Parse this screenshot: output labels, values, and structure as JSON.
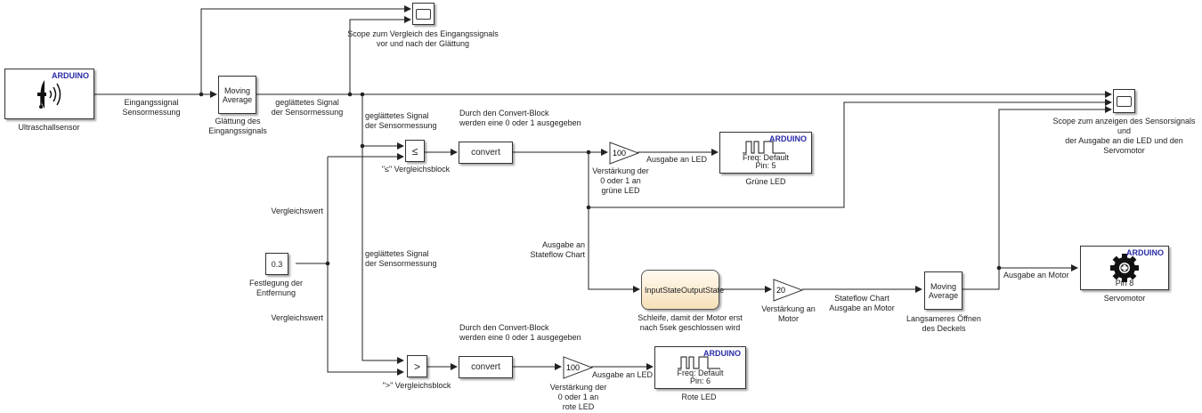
{
  "diagram": {
    "title": "Simulink model: ultrasonic sensor, LEDs and servomotor",
    "colors": {
      "arduino_label": "#2a2aa8",
      "wire": "#222222",
      "chart_fill": "#f8e0b8"
    },
    "blocks": {
      "sensor": {
        "badge": "ARDUINO",
        "caption": "Ultraschallsensor",
        "icon": "ultrasonic-sensor-icon"
      },
      "moving_avg_1": {
        "text": "Moving\nAverage",
        "caption": "Glättung des\nEingangssignals"
      },
      "scope_1": {
        "caption": "Scope zum Vergleich des Eingangssignals\nvor und nach der Glättung",
        "icon": "scope-icon"
      },
      "scope_2": {
        "caption": "Scope zum anzeigen des Sensorsignals und\nder Ausgabe an die LED und den Servomotor",
        "icon": "scope-icon"
      },
      "compare_le": {
        "symbol": "≤",
        "caption": "\"≤\" Vergleichsblock"
      },
      "compare_gt": {
        "symbol": ">",
        "caption": "\">\" Vergleichsblock"
      },
      "convert_1": {
        "text": "convert"
      },
      "convert_2": {
        "text": "convert"
      },
      "gain_green": {
        "value": "100",
        "caption": "Verstärkung der\n0 oder 1 an\ngrüne LED"
      },
      "gain_red": {
        "value": "100",
        "caption": "Verstärkung der\n0 oder 1 an\nrote LED"
      },
      "gain_motor": {
        "value": "20",
        "caption": "Verstärkung an\nMotor"
      },
      "led_green": {
        "badge": "ARDUINO",
        "freq": "Freq: Default",
        "pin": "Pin: 5",
        "caption": "Grüne LED",
        "icon": "pwm-wave-icon"
      },
      "led_red": {
        "badge": "ARDUINO",
        "freq": "Freq: Default",
        "pin": "Pin: 6",
        "caption": "Rote LED",
        "icon": "pwm-wave-icon"
      },
      "constant": {
        "value": "0.3",
        "caption": "Festlegung der\nEntfernung"
      },
      "stateflow": {
        "input": "InputState",
        "output": "OutputState",
        "caption": "Schleife, damit der Motor erst\nnach 5sek geschlossen wird"
      },
      "moving_avg_2": {
        "text": "Moving\nAverage",
        "caption": "Langsameres Öffnen\ndes Deckels"
      },
      "servo": {
        "badge": "ARDUINO",
        "pin": "Pin 8",
        "caption": "Servomotor",
        "icon": "servo-gear-icon"
      }
    },
    "signal_labels": {
      "input_signal": "Eingangssignal\nSensormessung",
      "smoothed_1": "geglättetes Signal\nder Sensormessung",
      "smoothed_2": "geglättetes Signal\nder Sensormessung",
      "smoothed_3": "geglättetes Signal\nder Sensormessung",
      "compare_value_1": "Vergleichswert",
      "compare_value_2": "Vergleichswert",
      "convert_note_1": "Durch den Convert-Block\nwerden eine 0 oder 1 ausgegeben",
      "convert_note_2": "Durch den Convert-Block\nwerden eine 0 oder 1 ausgegeben",
      "led_out_green": "Ausgabe an LED",
      "led_out_red": "Ausgabe an LED",
      "to_stateflow": "Ausgabe an\nStateflow Chart",
      "stateflow_out": "Stateflow Chart\nAusgabe an Motor",
      "motor_out": "Ausgabe an Motor"
    }
  }
}
